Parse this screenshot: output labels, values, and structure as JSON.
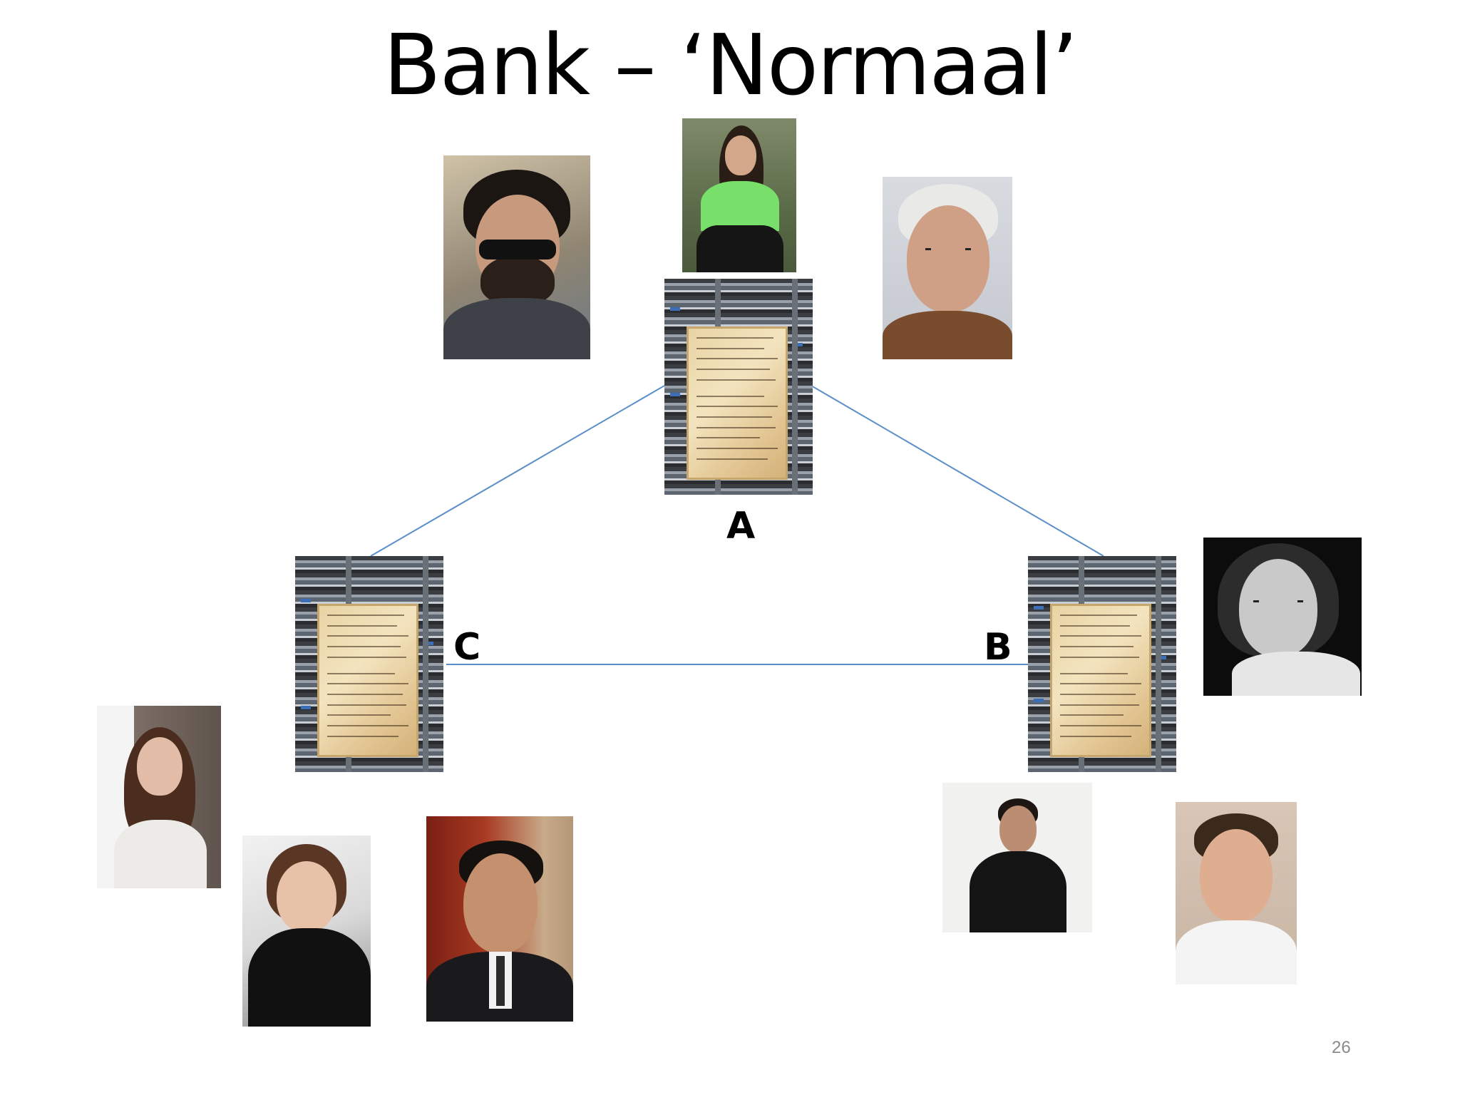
{
  "slide": {
    "title": "Bank – ‘Normaal’",
    "page_number": "26"
  },
  "nodes": [
    {
      "id": "A",
      "label": "A"
    },
    {
      "id": "B",
      "label": "B"
    },
    {
      "id": "C",
      "label": "C"
    }
  ],
  "links": [
    {
      "from": "A",
      "to": "C"
    },
    {
      "from": "A",
      "to": "B"
    },
    {
      "from": "C",
      "to": "B"
    }
  ],
  "colors": {
    "link": "#5b8fc9",
    "text": "#000000"
  }
}
